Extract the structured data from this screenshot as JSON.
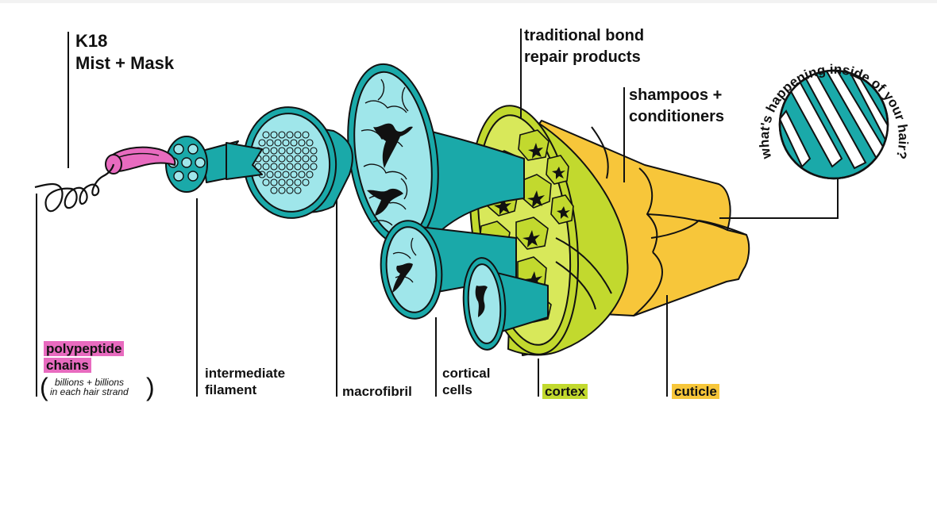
{
  "colors": {
    "teal": "#1aa9a9",
    "teal_dark": "#148c8c",
    "teal_light": "#9fe6ea",
    "green": "#c2d92e",
    "green_light": "#d8e85a",
    "yellow": "#f7c63a",
    "pink": "#e86bbf",
    "ink": "#111111"
  },
  "icons": [
    "coil-strand",
    "pink-chain",
    "filament-disc",
    "macrofibril-funnel",
    "cell-funnel",
    "cortex-cylinder",
    "cuticle-sheath",
    "zoom-circle"
  ],
  "labels": {
    "product_line1": "K18",
    "product_line2": "Mist + Mask",
    "traditional_line1": "traditional bond",
    "traditional_line2": "repair products",
    "shampoo_line1": "shampoos +",
    "shampoo_line2": "conditioners",
    "circle_text": "what's happening inside of your hair?",
    "polypeptide_line1": "polypeptide",
    "polypeptide_line2": "chains",
    "billions_line1": "billions + billions",
    "billions_line2": "in each hair strand",
    "intermediate_line1": "intermediate",
    "intermediate_line2": "filament",
    "macrofibril": "macrofibril",
    "cortical_line1": "cortical",
    "cortical_line2": "cells",
    "cortex": "cortex",
    "cuticle": "cuticle"
  }
}
